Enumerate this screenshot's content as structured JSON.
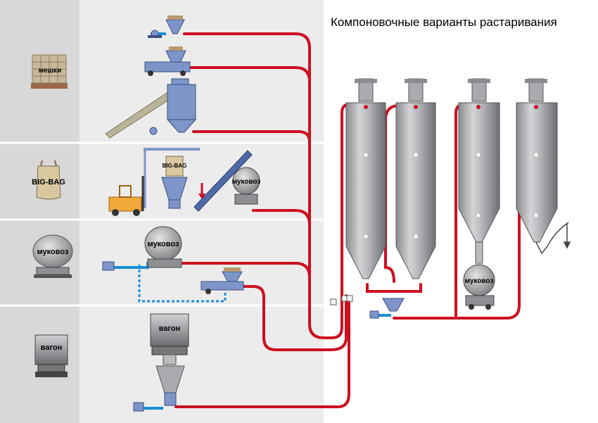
{
  "diagram": {
    "title": "Компоновочные варианты растаривания",
    "categories": {
      "bags": "мешки",
      "bigbag": "BIG-BAG",
      "truck": "муковоз",
      "wagon": "вагон"
    },
    "scene_labels": {
      "bigbag_bag": "BIG-BAG",
      "truck_bigbag_row": "муковоз",
      "truck_row": "муковоз",
      "wagon_row": "вагон",
      "truck_silo": "муковоз"
    },
    "colors": {
      "pipe": "#cc1020",
      "dashed_pipe": "#1a8fd8",
      "equipment": "#7d95c8",
      "silo": "#a8aaad",
      "left_panel": "#d8d8d8",
      "mid_panel": "#ececec"
    }
  }
}
